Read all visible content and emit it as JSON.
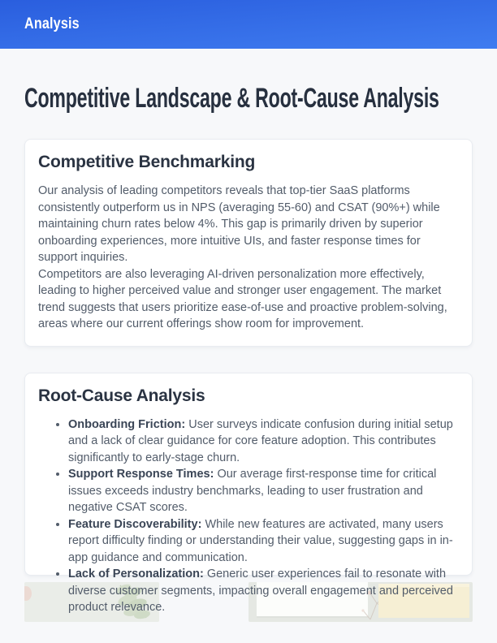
{
  "header": {
    "title": "Analysis"
  },
  "page_title": "Competitive Landscape & Root-Cause Analysis",
  "benchmarking_card": {
    "heading": "Competitive Benchmarking",
    "paragraphs": [
      "Our analysis of leading competitors reveals that top-tier SaaS platforms consistently outperform us in NPS (averaging 55-60) and CSAT (90%+) while maintaining churn rates below 4%. This gap is primarily driven by superior onboarding experiences, more intuitive UIs, and faster response times for support inquiries.",
      "Competitors are also leveraging AI-driven personalization more effectively, leading to higher perceived value and stronger user engagement. The market trend suggests that users prioritize ease-of-use and proactive problem-solving, areas where our current offerings show room for improvement."
    ]
  },
  "root_cause_card": {
    "heading": "Root-Cause Analysis",
    "bullets": [
      {
        "label": "Onboarding Friction:",
        "text": "User surveys indicate confusion during initial setup and a lack of clear guidance for core feature adoption. This contributes significantly to early-stage churn."
      },
      {
        "label": "Support Response Times:",
        "text": "Our average first-response time for critical issues exceeds industry benchmarks, leading to user frustration and negative CSAT scores."
      },
      {
        "label": "Feature Discoverability:",
        "text": "While new features are activated, many users report difficulty finding or understanding their value, suggesting gaps in in-app guidance and communication."
      },
      {
        "label": "Lack of Personalization:",
        "text": "Generic user experiences fail to resonate with diverse customer segments, impacting overall engagement and perceived product relevance."
      }
    ]
  },
  "images": [
    {
      "name": "faded-leaf-photo",
      "description": "washed-out photo of a pale green fern leaf on a light gray surface"
    },
    {
      "name": "faded-stationery-photo",
      "description": "washed-out photo of white paper, a dried flower sprig and a cream card on a gray surface"
    }
  ],
  "colors": {
    "header_gradient_top": "#2a5ede",
    "header_gradient_bottom": "#3f7cf0",
    "heading_text": "#27303f",
    "body_text": "#525c6a",
    "page_bg": "#f7f8fa",
    "card_bg": "#ffffff"
  }
}
